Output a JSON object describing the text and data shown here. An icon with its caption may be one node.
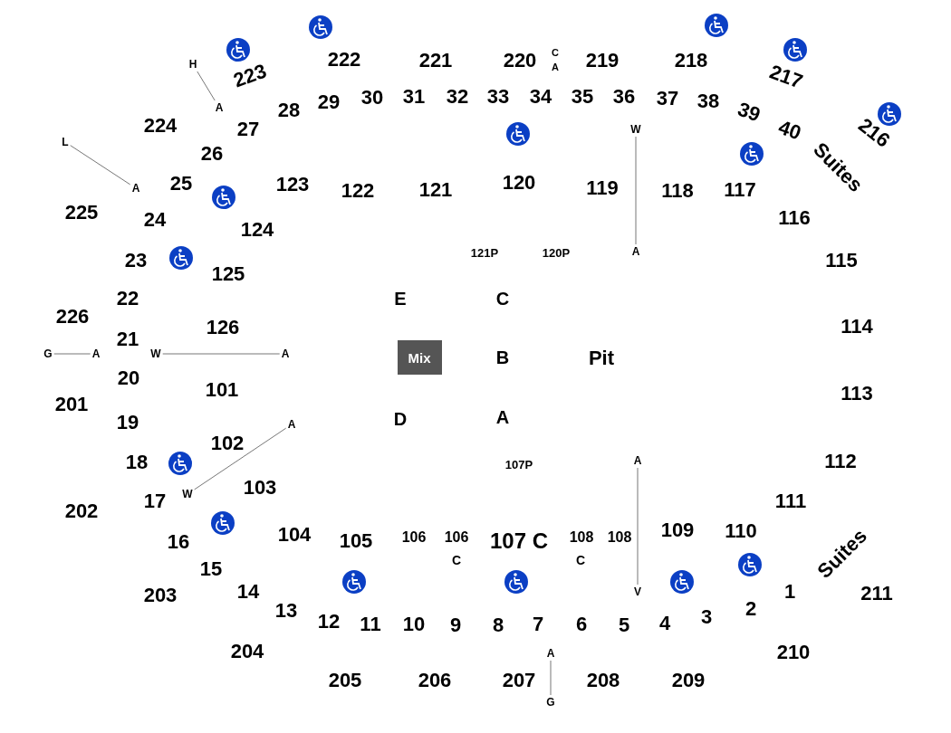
{
  "diagram": {
    "nodes": [
      {
        "text": [
          "H"
        ]
      },
      {
        "text": [
          "A"
        ]
      },
      {
        "text": [
          "L"
        ]
      },
      {
        "text": [
          "A"
        ]
      },
      {
        "text": [
          "G"
        ]
      },
      {
        "text": [
          "A"
        ]
      },
      {
        "text": [
          "W"
        ]
      },
      {
        "text": [
          "A"
        ]
      },
      {
        "text": [
          "A"
        ]
      },
      {
        "text": [
          "W"
        ]
      },
      {
        "text": [
          "W"
        ]
      },
      {
        "text": [
          "A"
        ]
      },
      {
        "text": [
          "A"
        ]
      },
      {
        "text": [
          "V"
        ]
      },
      {
        "text": [
          "A"
        ]
      },
      {
        "text": [
          "G"
        ]
      },
      {
        "text": [
          "Mix"
        ]
      }
    ],
    "edges": [
      {
        "from": 0,
        "to": 1,
        "arrow": "none"
      },
      {
        "from": 2,
        "to": 3,
        "arrow": "none"
      },
      {
        "from": 4,
        "to": 5,
        "arrow": "none"
      },
      {
        "from": 6,
        "to": 7,
        "arrow": "none"
      },
      {
        "from": 8,
        "to": 9,
        "arrow": "none"
      },
      {
        "from": 10,
        "to": 11,
        "arrow": "none"
      },
      {
        "from": 12,
        "to": 13,
        "arrow": "none"
      },
      {
        "from": 14,
        "to": 15,
        "arrow": "none"
      }
    ],
    "labels": [
      "222",
      "221",
      "220",
      "C",
      "A",
      "219",
      "218",
      "223",
      "217",
      "28",
      "29",
      "30",
      "31",
      "32",
      "33",
      "34",
      "35",
      "36",
      "37",
      "38",
      "39",
      "40",
      "216",
      "Suites",
      "224",
      "27",
      "26",
      "25",
      "123",
      "122",
      "121",
      "120",
      "119",
      "118",
      "117",
      "225",
      "24",
      "124",
      "116",
      "23",
      "121P",
      "120P",
      "125",
      "115",
      "22",
      "E",
      "C",
      "226",
      "126",
      "114",
      "21",
      "B",
      "Pit",
      "20",
      "101",
      "113",
      "201",
      "19",
      "D",
      "A",
      "102",
      "18",
      "107P",
      "112",
      "103",
      "17",
      "111",
      "202",
      "104",
      "105",
      "106",
      "106",
      "107 C",
      "108",
      "108",
      "109",
      "110",
      "Suites",
      "16",
      "C",
      "C",
      "15",
      "203",
      "14",
      "1",
      "211",
      "13",
      "2",
      "12",
      "11",
      "10",
      "9",
      "8",
      "7",
      "6",
      "5",
      "4",
      "3",
      "204",
      "210",
      "205",
      "206",
      "207",
      "208",
      "209"
    ]
  }
}
